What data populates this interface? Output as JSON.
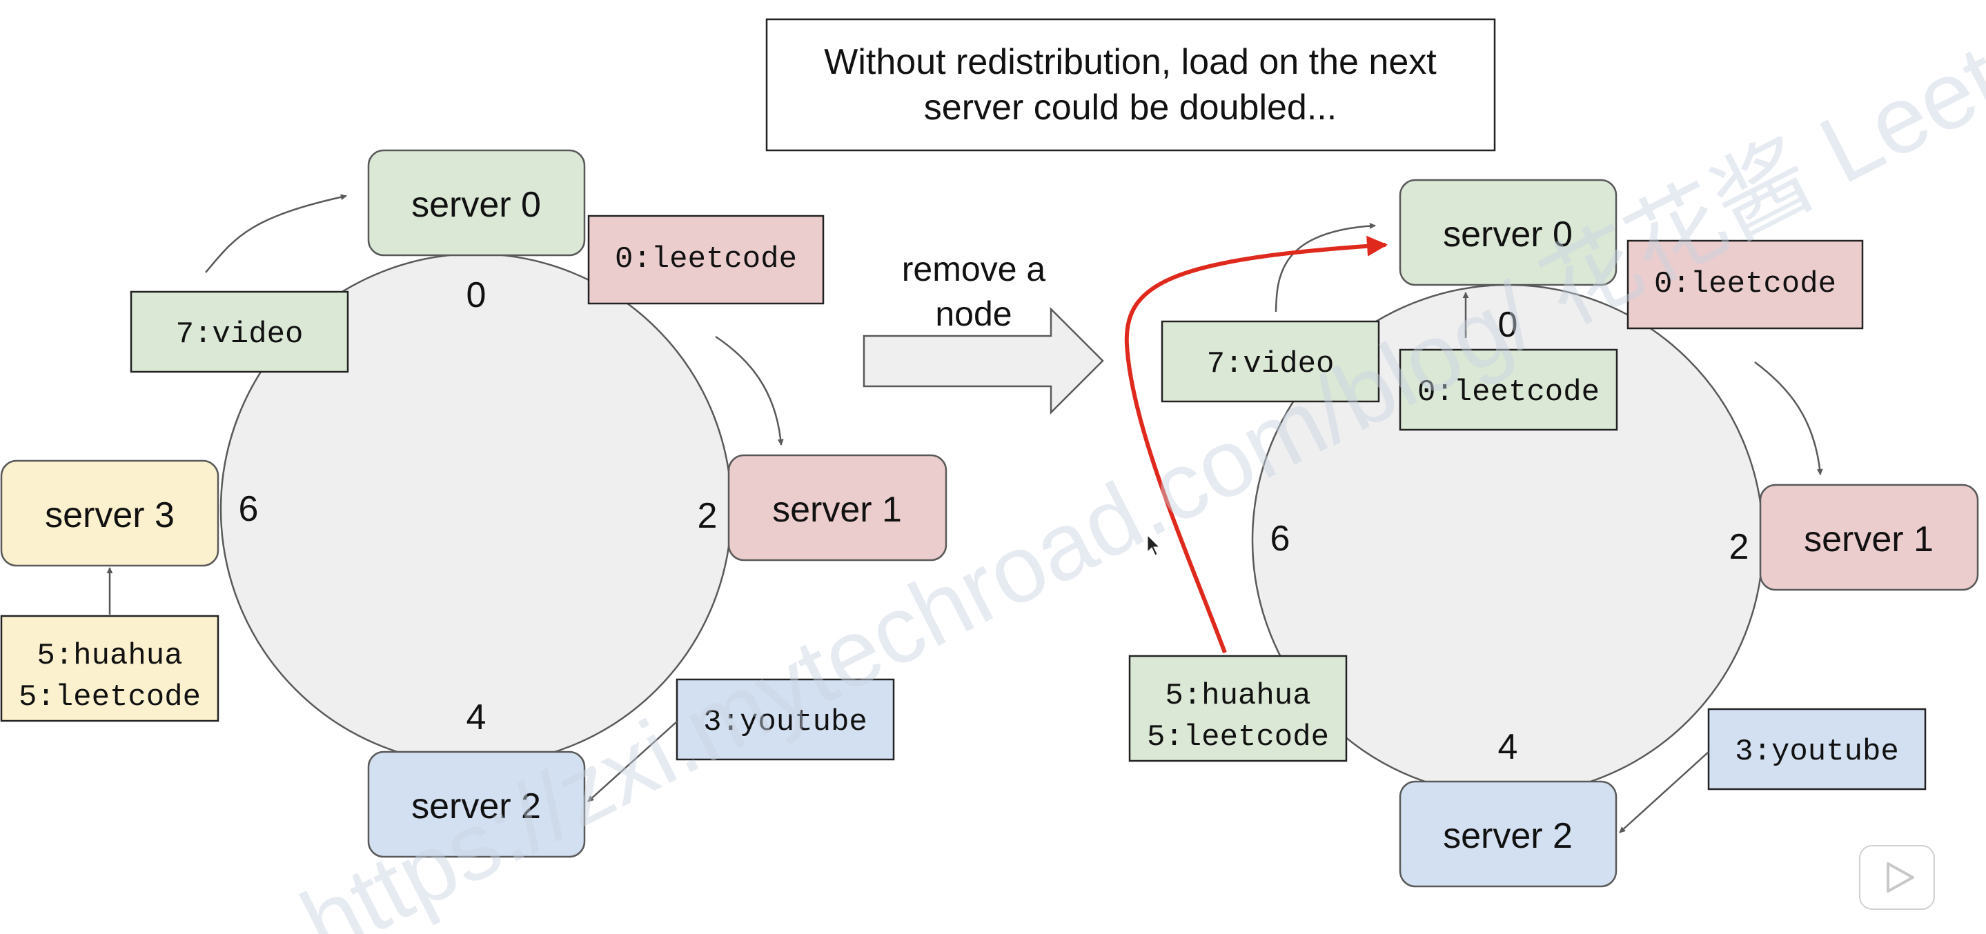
{
  "title_box": {
    "line1": "Without redistribution, load on the next",
    "line2": "server could be doubled..."
  },
  "transition": {
    "line1": "remove a",
    "line2": "node"
  },
  "watermark": "https://zxi.mytechroad.com/blog/  花花酱 LeetCode",
  "before": {
    "positions": {
      "p0": "0",
      "p2": "2",
      "p4": "4",
      "p6": "6"
    },
    "servers": {
      "s0": "server 0",
      "s1": "server 1",
      "s2": "server 2",
      "s3": "server 3"
    },
    "keys": {
      "leetcode0": "0:leetcode",
      "video7": "7:video",
      "huahua5": "5:huahua",
      "leetcode5": "5:leetcode",
      "youtube3": "3:youtube"
    }
  },
  "after": {
    "positions": {
      "p0": "0",
      "p2": "2",
      "p4": "4",
      "p6": "6"
    },
    "servers": {
      "s0": "server 0",
      "s1": "server 1",
      "s2": "server 2"
    },
    "keys": {
      "leetcode0_outer": "0:leetcode",
      "leetcode0_inner": "0:leetcode",
      "video7": "7:video",
      "huahua5": "5:huahua",
      "leetcode5": "5:leetcode",
      "youtube3": "3:youtube"
    }
  },
  "colors": {
    "green_fill": "#dae8d5",
    "red_fill": "#eccdcd",
    "blue_fill": "#d3e0f1",
    "yellow_fill": "#fcf1ce",
    "ring_fill": "#efefef",
    "arrow_gray": "#595959",
    "highlight_red": "#e0291d"
  },
  "icons": {
    "play": "play-icon",
    "cursor": "mouse-cursor-icon"
  }
}
